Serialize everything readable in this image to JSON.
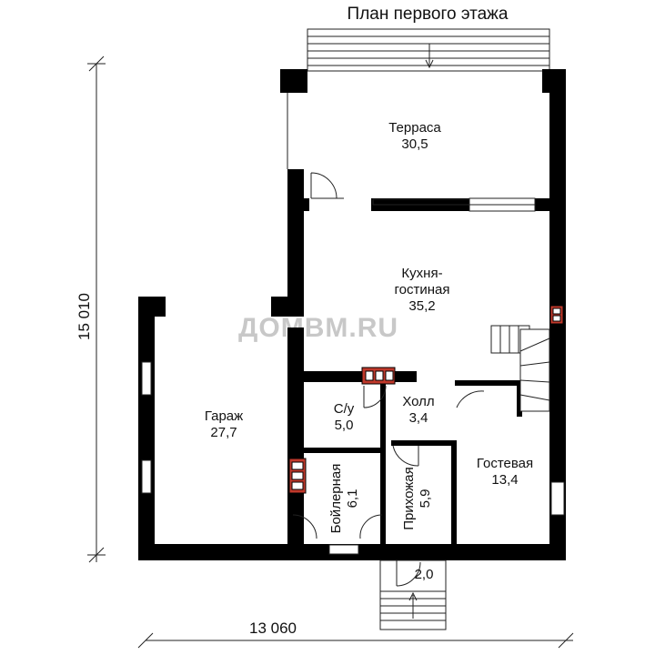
{
  "title": "План первого этажа",
  "dimensions": {
    "height": "15 010",
    "width": "13 060"
  },
  "watermark": "ДОМВМ.RU",
  "rooms": {
    "terrace": {
      "name": "Терраса",
      "area": "30,5"
    },
    "kitchen": {
      "name_line1": "Кухня-",
      "name_line2": "гостиная",
      "area": "35,2"
    },
    "garage": {
      "name": "Гараж",
      "area": "27,7"
    },
    "wc": {
      "name": "С/у",
      "area": "5,0"
    },
    "hall": {
      "name": "Холл",
      "area": "3,4"
    },
    "guest": {
      "name": "Гостевая",
      "area": "13,4"
    },
    "boiler": {
      "name": "Бойлерная",
      "area": "6,1"
    },
    "entry": {
      "name": "Прихожая",
      "area": "5,9"
    },
    "porch": {
      "area": "2,0"
    }
  },
  "colors": {
    "wall": "#000000",
    "brick": "#c0392b",
    "line": "#222222"
  }
}
